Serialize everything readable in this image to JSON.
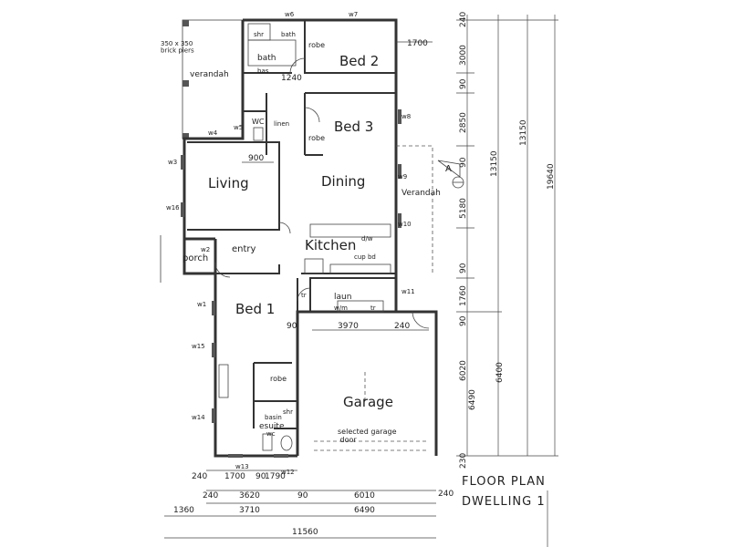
{
  "title": {
    "line1": "FLOOR PLAN",
    "line2": "DWELLING 1"
  },
  "rooms": {
    "bed2": "Bed 2",
    "bed3": "Bed 3",
    "living": "Living",
    "dining": "Dining",
    "kitchen": "Kitchen",
    "bed1": "Bed 1",
    "garage": "Garage",
    "entry": "entry",
    "porch": "porch",
    "verandah_top": "verandah",
    "verandah_right": "Verandah",
    "bath": "bath",
    "laun": "laun",
    "ensuite": "esuite",
    "robe_bed2": "robe",
    "robe_bed3": "robe",
    "robe_bed1": "robe",
    "wc": "WC",
    "linen": "linen",
    "shr_top": "shr",
    "shr_ens": "shr",
    "bath_small": "bath",
    "bas": "bas",
    "basin": "basin",
    "wc_ens": "wc",
    "cup_bd": "cup bd",
    "wm": "w/m",
    "tr": "tr",
    "tr2": "tr",
    "dw": "d/w",
    "garage_door": "selected garage\n door",
    "piers": "350 x 350\nbrick piers",
    "section_marker": "A"
  },
  "windows": {
    "w1": "w1",
    "w2": "w2",
    "w3": "w3",
    "w4": "w4",
    "w5": "w5",
    "w6": "w6",
    "w7": "w7",
    "w8": "w8",
    "w9": "w9",
    "w10": "w10",
    "w11": "w11",
    "w12": "w12",
    "w13": "w13",
    "w14": "w14",
    "w15": "w15",
    "w16": "w16"
  },
  "dimensions": {
    "d1240": "1240",
    "d1700_top": "1700",
    "d900_living": "900",
    "d90_bed1": "90",
    "d3970": "3970",
    "d240_garage": "240",
    "bottom_row1": [
      "240",
      "1700",
      "90",
      "1790"
    ],
    "bottom_row2": [
      "240",
      "3620",
      "90",
      "6010",
      "240"
    ],
    "bottom_row3": [
      "1360",
      "3710",
      "6490"
    ],
    "bottom_row4": "11560",
    "right_col1": [
      "240",
      "3000",
      "90",
      "2850",
      "90",
      "5180",
      "90",
      "1760",
      "90",
      "6020",
      "230"
    ],
    "right_col2": [
      "13150",
      "6490"
    ],
    "right_col3": [
      "13150",
      "6400"
    ],
    "right_col4": "19640"
  }
}
